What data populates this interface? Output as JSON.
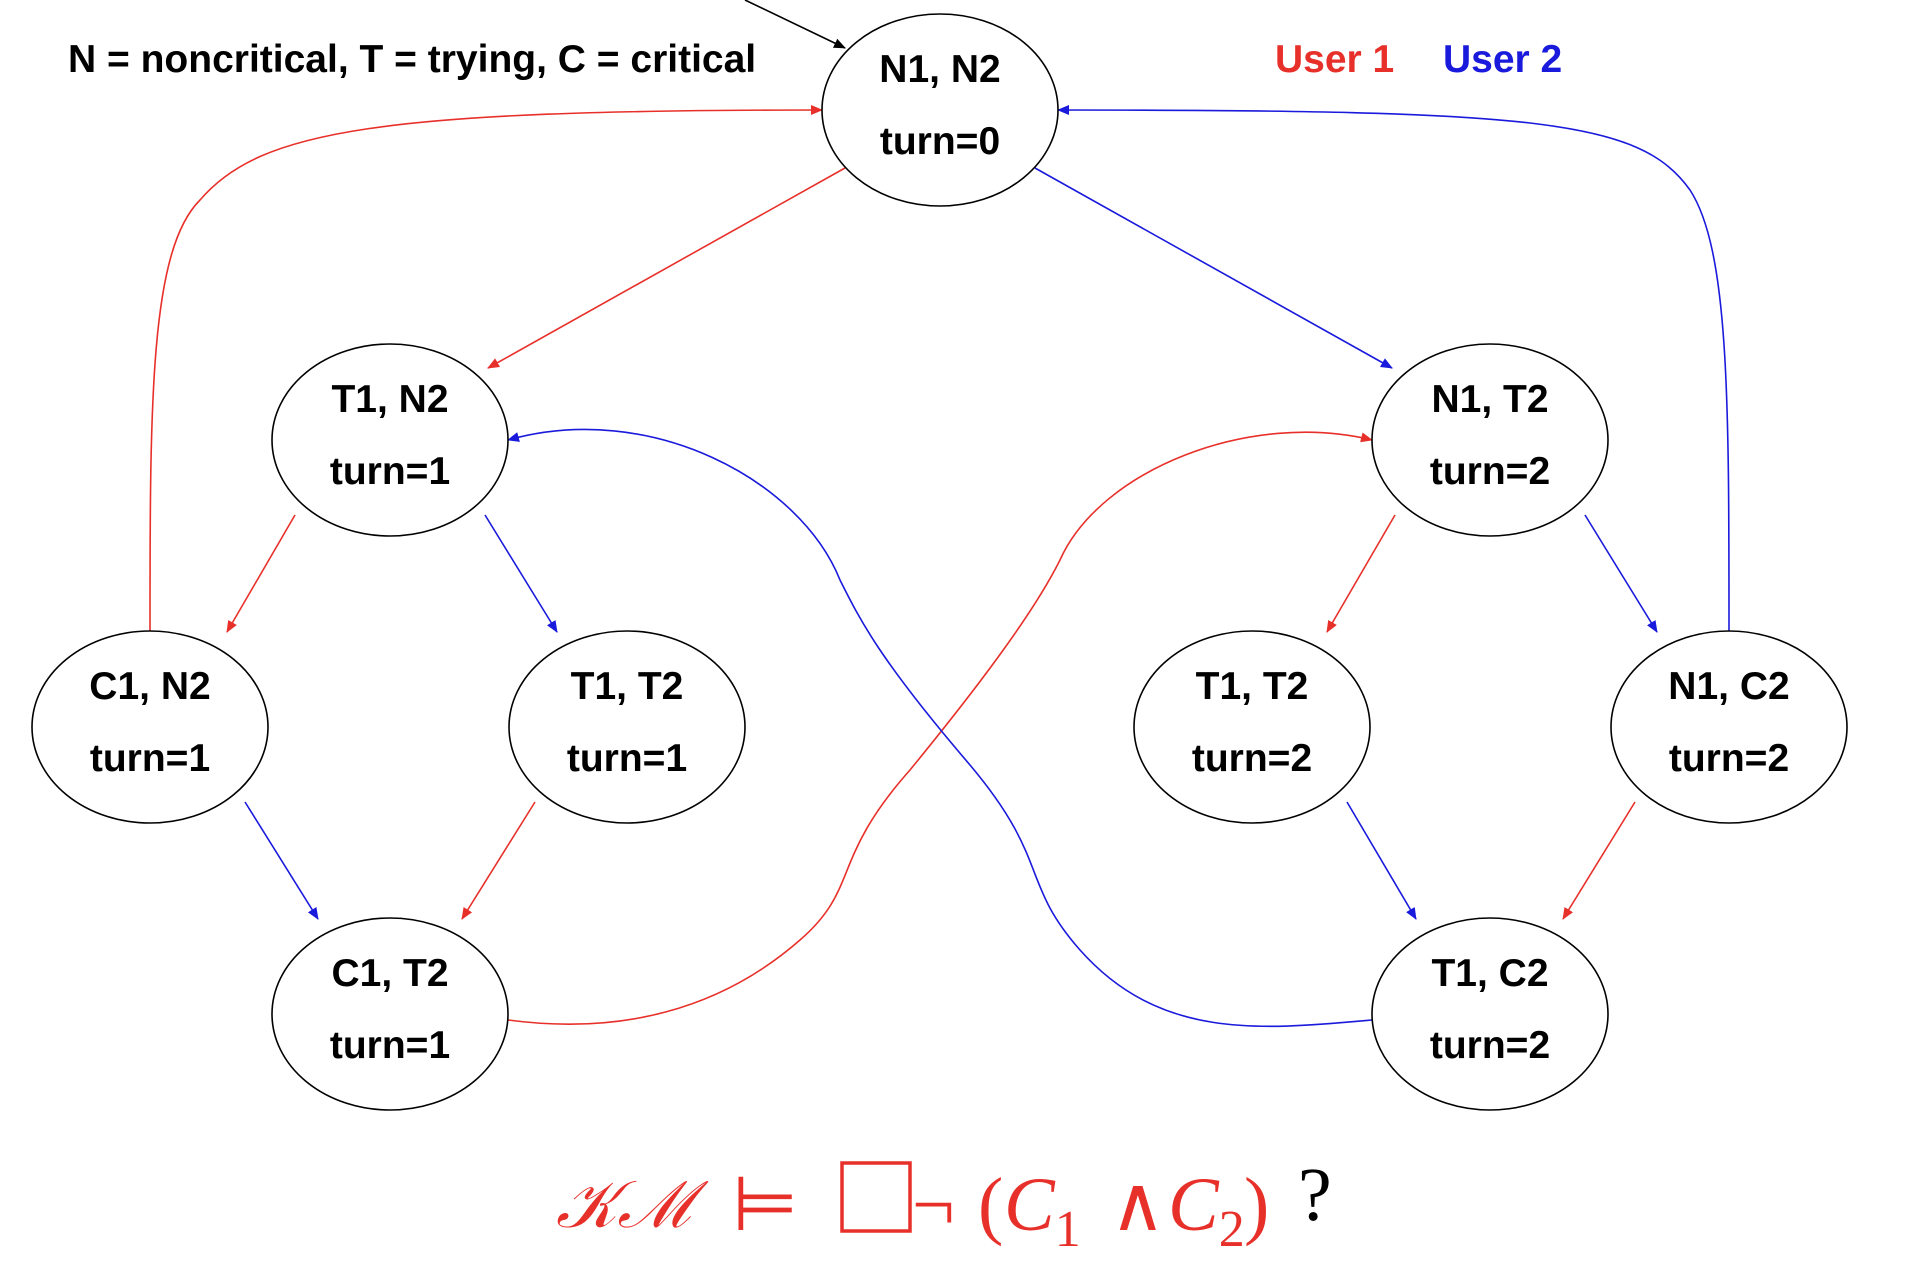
{
  "legend": {
    "text": "N = noncritical,  T = trying,  C = critical",
    "user1": "User 1",
    "user2": "User 2"
  },
  "colors": {
    "user1": "#e8302a",
    "user2": "#1a1adc",
    "initial": "#000000",
    "formula": "#e8302a"
  },
  "nodes": [
    {
      "id": "n1n2",
      "line1": "N1, N2",
      "line2": "turn=0"
    },
    {
      "id": "t1n2",
      "line1": "T1, N2",
      "line2": "turn=1"
    },
    {
      "id": "n1t2",
      "line1": "N1, T2",
      "line2": "turn=2"
    },
    {
      "id": "c1n2",
      "line1": "C1, N2",
      "line2": "turn=1"
    },
    {
      "id": "t1t2a",
      "line1": "T1, T2",
      "line2": "turn=1"
    },
    {
      "id": "t1t2b",
      "line1": "T1, T2",
      "line2": "turn=2"
    },
    {
      "id": "n1c2",
      "line1": "N1, C2",
      "line2": "turn=2"
    },
    {
      "id": "c1t2",
      "line1": "C1, T2",
      "line2": "turn=1"
    },
    {
      "id": "t1c2",
      "line1": "T1, C2",
      "line2": "turn=2"
    }
  ],
  "edges": [
    {
      "from": "n1n2",
      "to": "t1n2",
      "user": "user1"
    },
    {
      "from": "n1n2",
      "to": "n1t2",
      "user": "user2"
    },
    {
      "from": "t1n2",
      "to": "c1n2",
      "user": "user1"
    },
    {
      "from": "t1n2",
      "to": "t1t2a",
      "user": "user2"
    },
    {
      "from": "n1t2",
      "to": "t1t2b",
      "user": "user1"
    },
    {
      "from": "n1t2",
      "to": "n1c2",
      "user": "user2"
    },
    {
      "from": "c1n2",
      "to": "c1t2",
      "user": "user2"
    },
    {
      "from": "t1t2a",
      "to": "c1t2",
      "user": "user1"
    },
    {
      "from": "t1t2b",
      "to": "t1c2",
      "user": "user2"
    },
    {
      "from": "n1c2",
      "to": "t1c2",
      "user": "user1"
    },
    {
      "from": "c1n2",
      "to": "n1n2",
      "user": "user1"
    },
    {
      "from": "n1c2",
      "to": "n1n2",
      "user": "user2"
    },
    {
      "from": "c1t2",
      "to": "n1t2",
      "user": "user1"
    },
    {
      "from": "t1c2",
      "to": "t1n2",
      "user": "user2"
    }
  ],
  "formula": {
    "model": "𝒦ℳ",
    "models": "⊨",
    "box": "□",
    "neg": "¬",
    "open": "(",
    "c": "C",
    "sub1": "1",
    "and": "∧",
    "sub2": "2",
    "close": ")",
    "question": "?"
  }
}
